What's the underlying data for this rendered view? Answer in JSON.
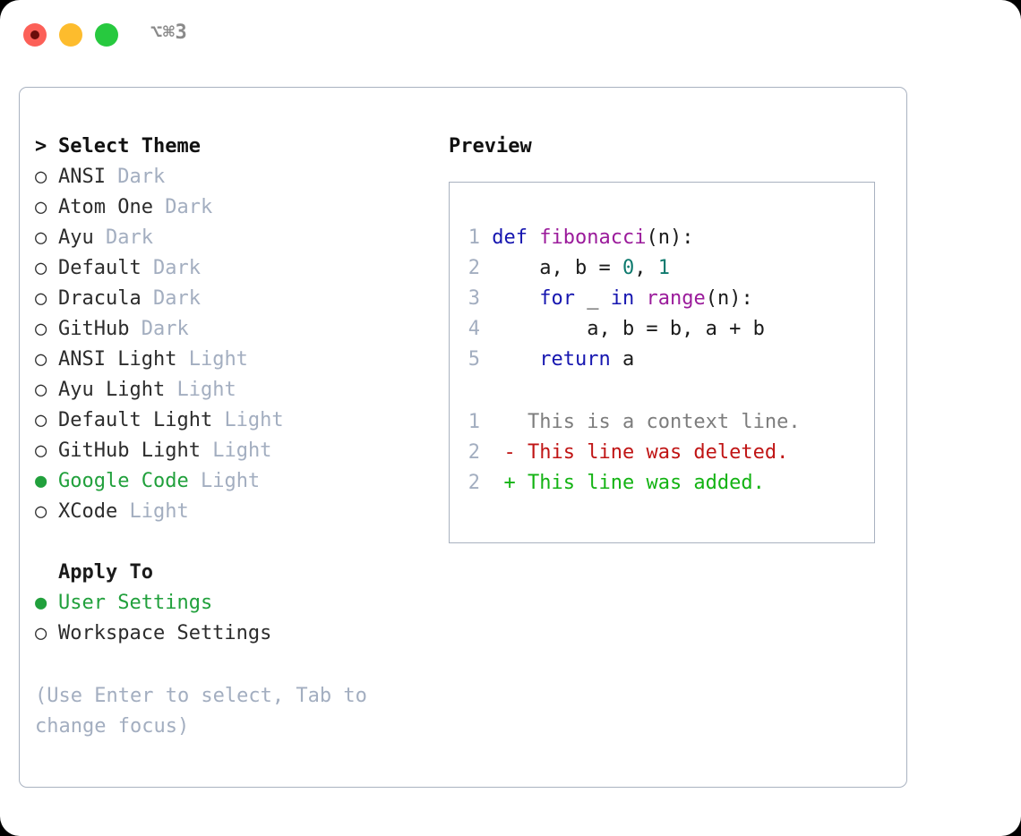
{
  "window": {
    "shortcut": "⌥⌘3",
    "traffic_lights": [
      {
        "name": "close",
        "color": "#fc6058"
      },
      {
        "name": "minimize",
        "color": "#fdbc2d"
      },
      {
        "name": "maximize",
        "color": "#27c93f"
      }
    ]
  },
  "theme_picker": {
    "prompt_marker": ">",
    "title": "Select Theme",
    "bullet_unselected": "○",
    "bullet_selected": "●",
    "items": [
      {
        "name": "ANSI",
        "tag": "Dark",
        "selected": false
      },
      {
        "name": "Atom One",
        "tag": "Dark",
        "selected": false
      },
      {
        "name": "Ayu",
        "tag": "Dark",
        "selected": false
      },
      {
        "name": "Default",
        "tag": "Dark",
        "selected": false
      },
      {
        "name": "Dracula",
        "tag": "Dark",
        "selected": false
      },
      {
        "name": "GitHub",
        "tag": "Dark",
        "selected": false
      },
      {
        "name": "ANSI Light",
        "tag": "Light",
        "selected": false
      },
      {
        "name": "Ayu Light",
        "tag": "Light",
        "selected": false
      },
      {
        "name": "Default Light",
        "tag": "Light",
        "selected": false
      },
      {
        "name": "GitHub Light",
        "tag": "Light",
        "selected": false
      },
      {
        "name": "Google Code",
        "tag": "Light",
        "selected": true
      },
      {
        "name": "XCode",
        "tag": "Light",
        "selected": false
      }
    ]
  },
  "apply_to": {
    "title": "Apply To",
    "items": [
      {
        "name": "User Settings",
        "selected": true
      },
      {
        "name": "Workspace Settings",
        "selected": false
      }
    ]
  },
  "hint": "(Use Enter to select, Tab to change focus)",
  "preview": {
    "title": "Preview",
    "code_lines": [
      {
        "no": "1",
        "tokens": [
          {
            "t": "def ",
            "c": "kw"
          },
          {
            "t": "fibonacci",
            "c": "fn"
          },
          {
            "t": "(n):",
            "c": "pl"
          }
        ]
      },
      {
        "no": "2",
        "tokens": [
          {
            "t": "    a, b = ",
            "c": "pl"
          },
          {
            "t": "0",
            "c": "num"
          },
          {
            "t": ", ",
            "c": "pl"
          },
          {
            "t": "1",
            "c": "num"
          }
        ]
      },
      {
        "no": "3",
        "tokens": [
          {
            "t": "    ",
            "c": "pl"
          },
          {
            "t": "for",
            "c": "kw"
          },
          {
            "t": " _ ",
            "c": "pl"
          },
          {
            "t": "in",
            "c": "kw"
          },
          {
            "t": " ",
            "c": "pl"
          },
          {
            "t": "range",
            "c": "fn"
          },
          {
            "t": "(n):",
            "c": "pl"
          }
        ]
      },
      {
        "no": "4",
        "tokens": [
          {
            "t": "        a, b = b, a + b",
            "c": "pl"
          }
        ]
      },
      {
        "no": "5",
        "tokens": [
          {
            "t": "    ",
            "c": "pl"
          },
          {
            "t": "return",
            "c": "kw"
          },
          {
            "t": " a",
            "c": "pl"
          }
        ]
      }
    ],
    "diff_lines": [
      {
        "no": "1",
        "marker": " ",
        "text": "This is a context line.",
        "kind": "context"
      },
      {
        "no": "2",
        "marker": "-",
        "text": "This line was deleted.",
        "kind": "deleted"
      },
      {
        "no": "2",
        "marker": "+",
        "text": "This line was added.",
        "kind": "added"
      }
    ]
  },
  "colors": {
    "accent_green": "#21a03c",
    "muted": "#a3aec0",
    "border": "#a9b2c0",
    "keyword": "#1616b0",
    "function": "#9b1b9b",
    "number": "#0e7a6e",
    "diff_add": "#13b313",
    "diff_del": "#c01515",
    "diff_ctx": "#7d7d7d"
  }
}
